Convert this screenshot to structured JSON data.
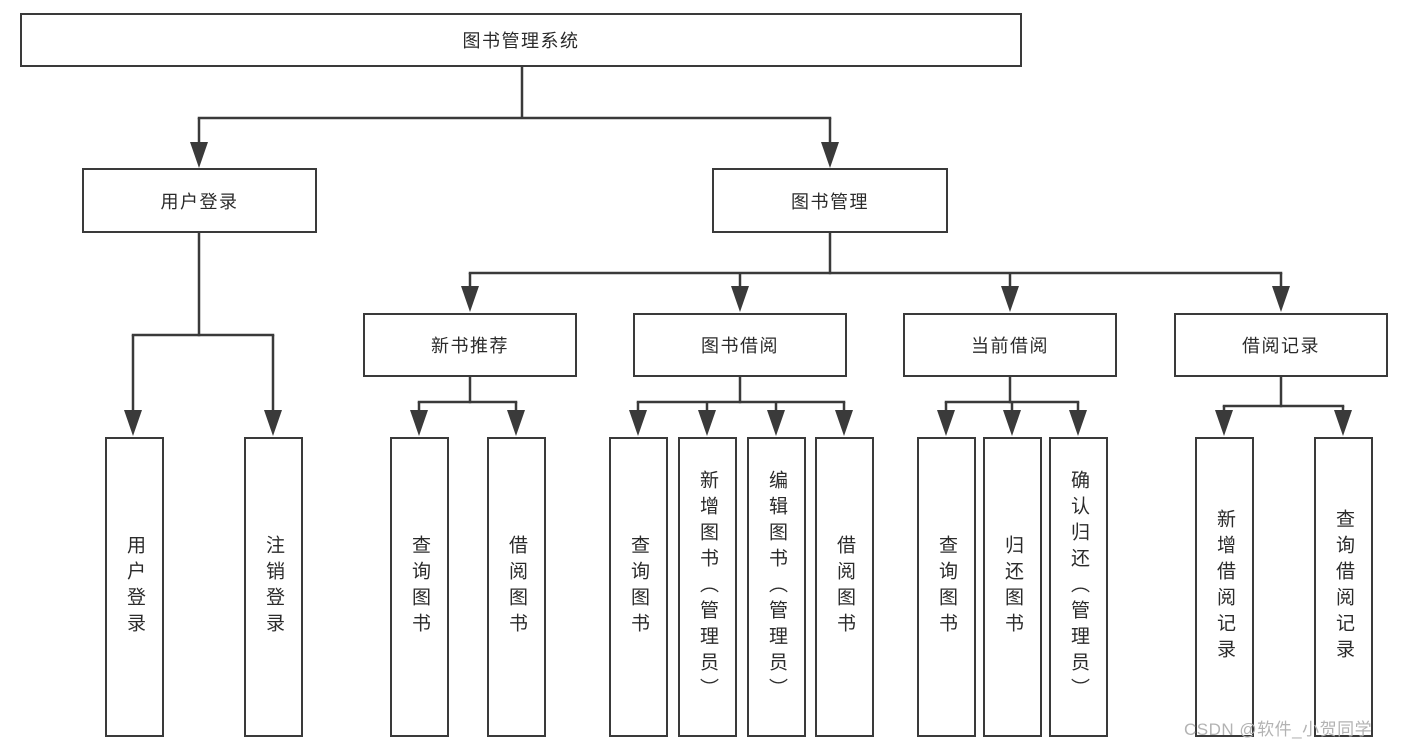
{
  "colors": {
    "line": "#3a3a3a",
    "text": "#2b2b2b",
    "background": "#ffffff",
    "watermark": "#b3b3b3"
  },
  "watermark": {
    "text": "CSDN @软件_小贺同学"
  },
  "tree": {
    "label": "图书管理系统",
    "children": [
      {
        "label": "用户登录",
        "children": [
          {
            "label": "用户登录"
          },
          {
            "label": "注销登录"
          }
        ]
      },
      {
        "label": "图书管理",
        "children": [
          {
            "label": "新书推荐",
            "children": [
              {
                "label": "查询图书"
              },
              {
                "label": "借阅图书"
              }
            ]
          },
          {
            "label": "图书借阅",
            "children": [
              {
                "label": "查询图书"
              },
              {
                "label": "新增图书（管理员）"
              },
              {
                "label": "编辑图书（管理员）"
              },
              {
                "label": "借阅图书"
              }
            ]
          },
          {
            "label": "当前借阅",
            "children": [
              {
                "label": "查询图书"
              },
              {
                "label": "归还图书"
              },
              {
                "label": "确认归还（管理员）"
              }
            ]
          },
          {
            "label": "借阅记录",
            "children": [
              {
                "label": "新增借阅记录"
              },
              {
                "label": "查询借阅记录"
              }
            ]
          }
        ]
      }
    ]
  }
}
